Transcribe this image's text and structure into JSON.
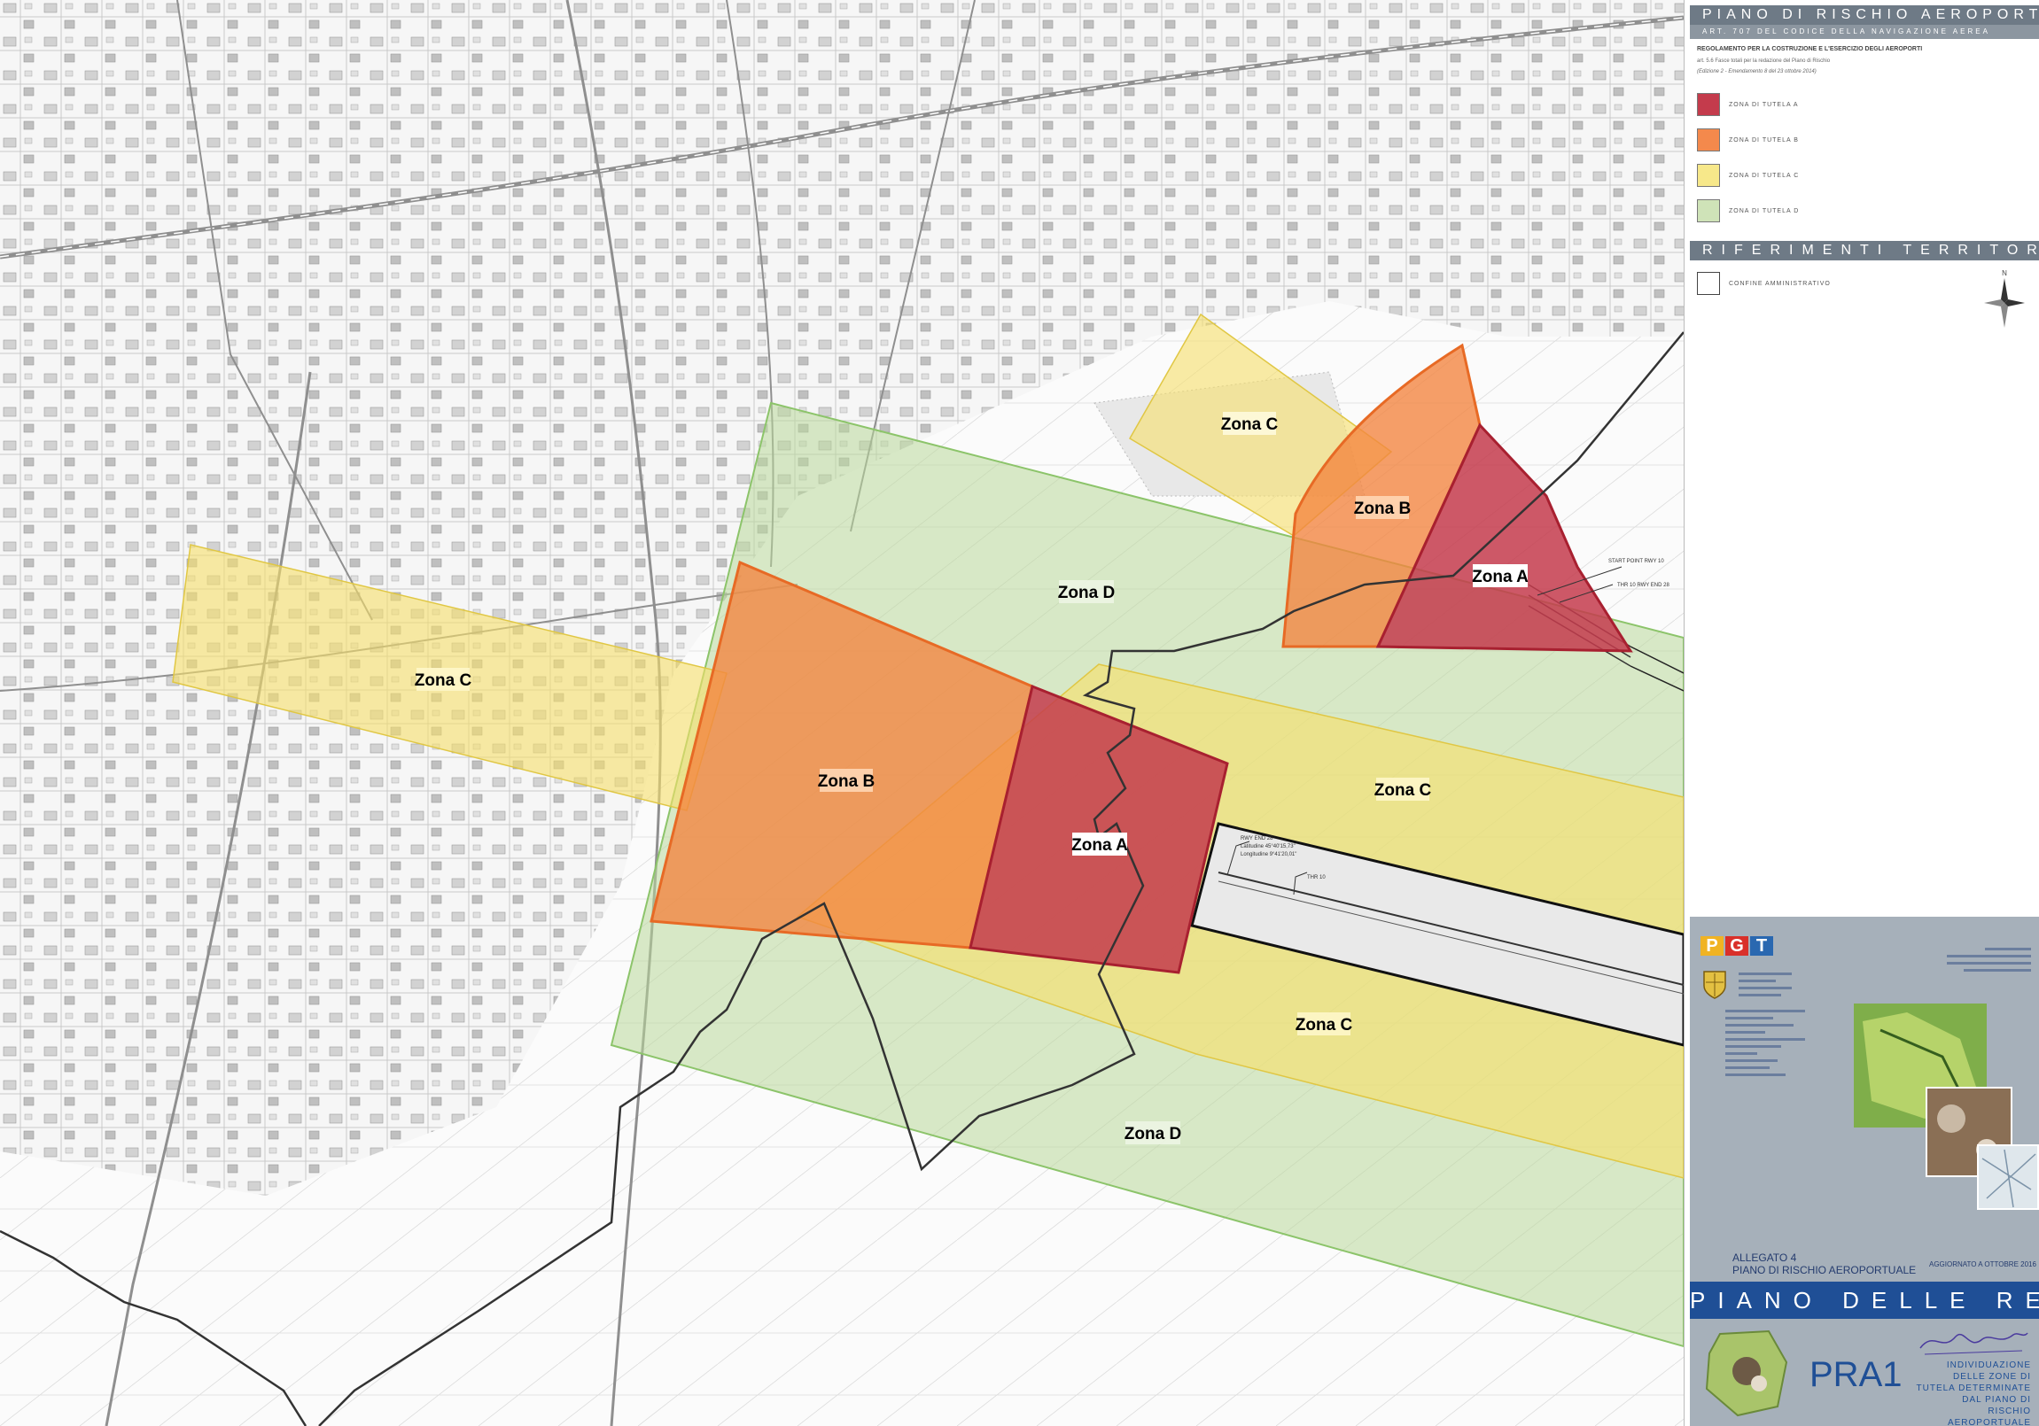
{
  "map": {
    "zone_labels": {
      "zone_c_north": "Zona C",
      "zone_b_northeast": "Zona B",
      "zone_a_northeast": "Zona A",
      "zone_d_center": "Zona D",
      "zone_c_west": "Zona C",
      "zone_b_center": "Zona B",
      "zone_a_center": "Zona A",
      "zone_c_east_upper": "Zona C",
      "zone_c_east_lower": "Zona C",
      "zone_d_south": "Zona D"
    },
    "colors": {
      "zona_a": "#c0404a",
      "zona_b": "#f4894c",
      "zona_c": "#f7e88a",
      "zona_d": "#cfe3b8",
      "boundary": "#2b2b2b"
    }
  },
  "panel": {
    "title": "PIANO DI RISCHIO AEROPORTUALE",
    "subtitle": "ART. 707 DEL CODICE DELLA NAVIGAZIONE AEREA",
    "regulation_heading": "REGOLAMENTO PER LA COSTRUZIONE E L'ESERCIZIO DEGLI AEROPORTI",
    "regulation_line1": "art. 5.6 Fasce totali per la redazione del Piano di Rischio",
    "regulation_line2": "(Edizione 2 - Emendamento 8 del 23 ottobre 2014)",
    "legend": [
      {
        "label": "ZONA DI TUTELA A",
        "color": "#c0404a"
      },
      {
        "label": "ZONA DI TUTELA B",
        "color": "#f4894c"
      },
      {
        "label": "ZONA DI TUTELA C",
        "color": "#f7e88a"
      },
      {
        "label": "ZONA DI TUTELA D",
        "color": "#cfe3b8"
      }
    ],
    "references_title": "RIFERIMENTI TERRITORIALI",
    "boundary_label": "CONFINE AMMINISTRATIVO",
    "north_letter": "N",
    "card": {
      "logo_letters": [
        "P",
        "G",
        "T"
      ],
      "logo_colors": [
        "#f0b323",
        "#d9302a",
        "#2a68b0"
      ],
      "allegato_label": "ALLEGATO 4",
      "allegato_title": "PIANO DI RISCHIO AEROPORTUALE",
      "updated": "AGGIORNATO A OTTOBRE 2016",
      "plan_title": "PIANO DELLE REGOLE",
      "code": "PRA1",
      "description": "INDIVIDUAZIONE DELLE ZONE DI TUTELA DETERMINATE DAL PIANO DI RISCHIO AEROPORTUALE"
    }
  }
}
